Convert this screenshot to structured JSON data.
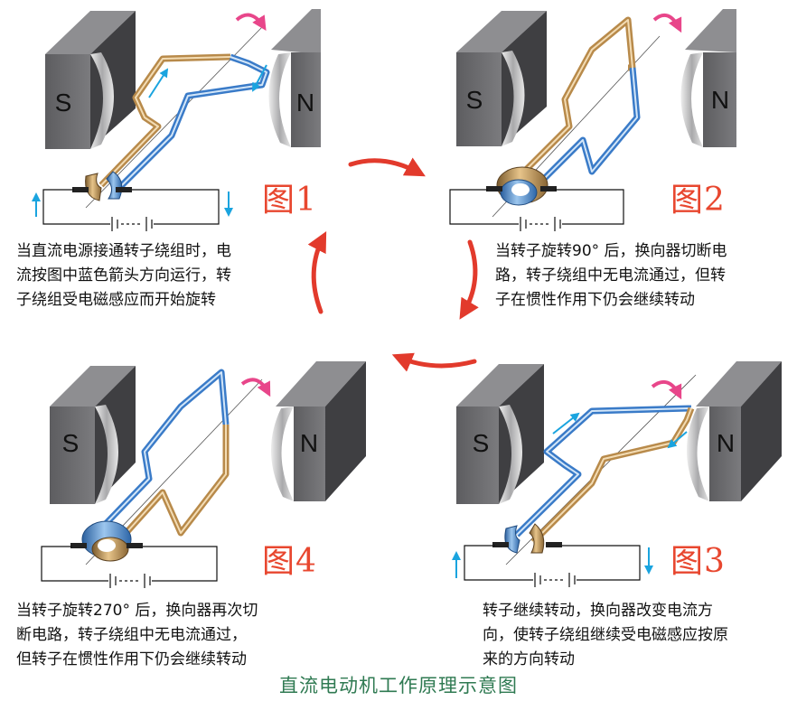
{
  "panels": [
    {
      "id": "1",
      "label": "图1",
      "text": "当直流电源接通转子绕组时，电\n流按图中蓝色箭头方向运行，转\n子绕组受电磁感应而开始旋转",
      "magnet_s": "S",
      "magnet_n": "N"
    },
    {
      "id": "2",
      "label": "图2",
      "text": "当转子旋转90° 后，换向器切断电\n路，转子绕组中无电流通过，但转\n子在惯性作用下仍会继续转动",
      "magnet_s": "S",
      "magnet_n": "N"
    },
    {
      "id": "3",
      "label": "图3",
      "text": "转子继续转动，换向器改变电流方\n向，使转子绕组继续受电磁感应按原\n来的方向转动",
      "magnet_s": "S",
      "magnet_n": "N"
    },
    {
      "id": "4",
      "label": "图4",
      "text": "当转子旋转270° 后，换向器再次切\n断电路，转子绕组中无电流通过，\n但转子在惯性作用下仍会继续转动",
      "magnet_s": "S",
      "magnet_n": "N"
    }
  ],
  "caption": "直流电动机工作原理示意图",
  "colors": {
    "magnet": "#6f6f71",
    "magnet_dark": "#4a4a4c",
    "copper": "#b88a4a",
    "wire_blue": "#3a7bc8",
    "current_arrow": "#1aa4df",
    "rotation_arrow": "#e8468a",
    "cycle_arrow": "#e23a2c",
    "label": "#e8472f",
    "caption": "#2f7a52"
  }
}
